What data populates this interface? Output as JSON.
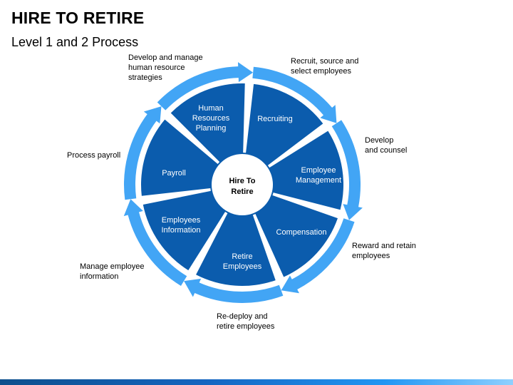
{
  "header": {
    "title": "HIRE TO RETIRE",
    "subtitle": "Level 1 and 2 Process"
  },
  "center": {
    "line1": "Hire To",
    "line2": "Retire"
  },
  "segments": [
    {
      "lines": [
        "Recruiting"
      ]
    },
    {
      "lines": [
        "Employee",
        "Management"
      ]
    },
    {
      "lines": [
        "Compensation"
      ]
    },
    {
      "lines": [
        "Retire",
        "Employees"
      ]
    },
    {
      "lines": [
        "Employees",
        "Information"
      ]
    },
    {
      "lines": [
        "Payroll"
      ]
    },
    {
      "lines": [
        "Human",
        "Resources",
        "Planning"
      ]
    }
  ],
  "outer_labels": [
    {
      "lines": [
        "Recruit, source and",
        "select employees"
      ]
    },
    {
      "lines": [
        "Develop",
        "and counsel"
      ]
    },
    {
      "lines": [
        "Reward and retain",
        "employees"
      ]
    },
    {
      "lines": [
        "Re-deploy and",
        "retire employees"
      ]
    },
    {
      "lines": [
        "Manage employee",
        "information"
      ]
    },
    {
      "lines": [
        "Process payroll"
      ]
    },
    {
      "lines": [
        "Develop and manage",
        "human resource",
        "strategies"
      ]
    }
  ],
  "colors": {
    "segment_fill": "#0b5cad",
    "arrow_fill": "#42a5f5",
    "center_fill": "#ffffff",
    "footer": "#1565c0"
  }
}
